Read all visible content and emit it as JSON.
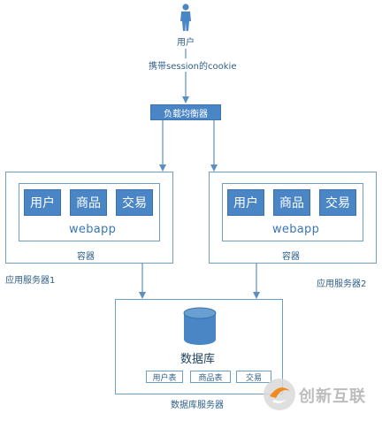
{
  "user": {
    "label": "用户",
    "icon": "person-icon"
  },
  "request_label": "携带session的cookie",
  "load_balancer": {
    "label": "负载均衡器"
  },
  "left_server": {
    "modules": [
      "用户",
      "商品",
      "交易"
    ],
    "app_label": "webapp",
    "container_label": "容器",
    "server_label": "应用服务器1"
  },
  "right_server": {
    "modules": [
      "用户",
      "商品",
      "交易"
    ],
    "app_label": "webapp",
    "container_label": "容器",
    "server_label": "应用服务器2"
  },
  "database": {
    "label": "数据库",
    "icon": "database-icon",
    "tables": [
      "用户表",
      "商品表",
      "交易"
    ],
    "server_label": "数据库服务器"
  },
  "watermark": {
    "text": "创新互联",
    "icon": "swirl-logo-icon"
  },
  "colors": {
    "primary_blue": "#4a86c5",
    "border_blue": "#6d9ec3",
    "text_blue": "#2f5f88"
  }
}
